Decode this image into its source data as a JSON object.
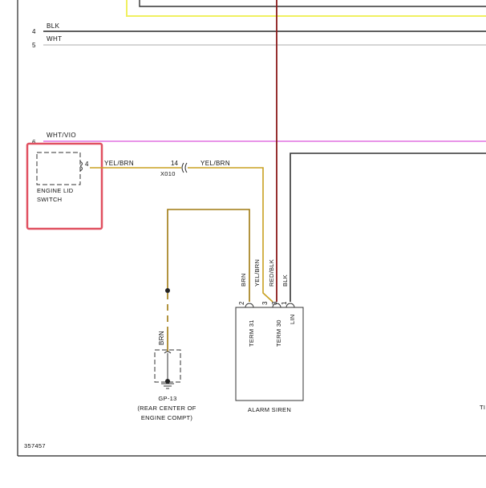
{
  "wires": {
    "w4": {
      "pin": "4",
      "label": "BLK",
      "color": "#2a2a2a"
    },
    "w5": {
      "pin": "5",
      "label": "WHT",
      "color": "#c8c8c8"
    },
    "w6": {
      "pin": "6",
      "label": "WHT/VIO",
      "color": "#e070e0"
    },
    "yel_brn_left": {
      "label": "YEL/BRN",
      "color": "#c8a020"
    },
    "yel_brn_right": {
      "label": "YEL/BRN"
    },
    "top_yellow": {
      "color": "#f0f060"
    },
    "red_blk": {
      "color": "#8b1a1a"
    },
    "brn": {
      "color": "#a07a10"
    }
  },
  "engine_lid_switch": {
    "line1": "ENGINE LID",
    "line2": "SWITCH",
    "pin": "4",
    "highlight_color": "#e05060"
  },
  "connector_x010": {
    "pin": "14",
    "name": "X010"
  },
  "alarm_siren": {
    "name": "ALARM SIREN",
    "pins": [
      {
        "num": "2",
        "wire": "BRN",
        "term": "TERM 31"
      },
      {
        "num": "3",
        "wire": "YEL/BRN",
        "term": ""
      },
      {
        "num": "3",
        "wire": "RED/BLK",
        "term": "TERM 30"
      },
      {
        "num": "1",
        "wire": "BLK",
        "term": "LIN"
      }
    ]
  },
  "ground": {
    "wire": "BRN",
    "name": "GP-13",
    "desc1": "(REAR CENTER OF",
    "desc2": "ENGINE COMPT)"
  },
  "right_cut_text": "TI",
  "diagram_id": "357457"
}
